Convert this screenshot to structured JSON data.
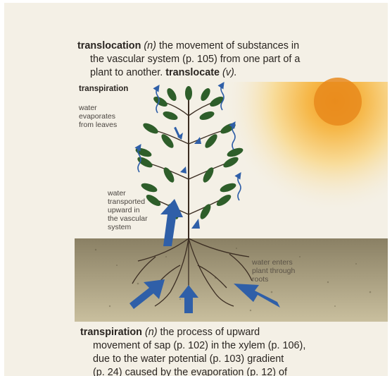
{
  "entries": {
    "translocation": {
      "term": "translocation",
      "pos": "(n)",
      "line1": "the movement of substances in",
      "line2": "the vascular system (p. 105) from one part of a",
      "line3": "plant to another.",
      "derived_term": "translocate",
      "derived_pos": "(v)."
    },
    "transpiration": {
      "term": "transpiration",
      "pos": "(n)",
      "line1": "the process of upward",
      "line2": "movement of sap (p. 102) in the xylem (p. 106),",
      "line3": "due to the water potential (p. 103) gradient",
      "line4": "(p. 24) caused by the evaporation (p. 12) of"
    }
  },
  "figure": {
    "title": "transpiration",
    "label_evaporates": [
      "water",
      "evaporates",
      "from leaves"
    ],
    "label_transported": [
      "water",
      "transported",
      "upward in",
      "the vascular",
      "system"
    ],
    "label_roots": [
      "water enters",
      "plant through",
      "roots"
    ]
  },
  "colors": {
    "paper": "#f4f0e6",
    "leaf": "#2e5e2a",
    "arrow": "#2f5fa8",
    "soil": "#8f8468",
    "sun": "#f0a030"
  }
}
